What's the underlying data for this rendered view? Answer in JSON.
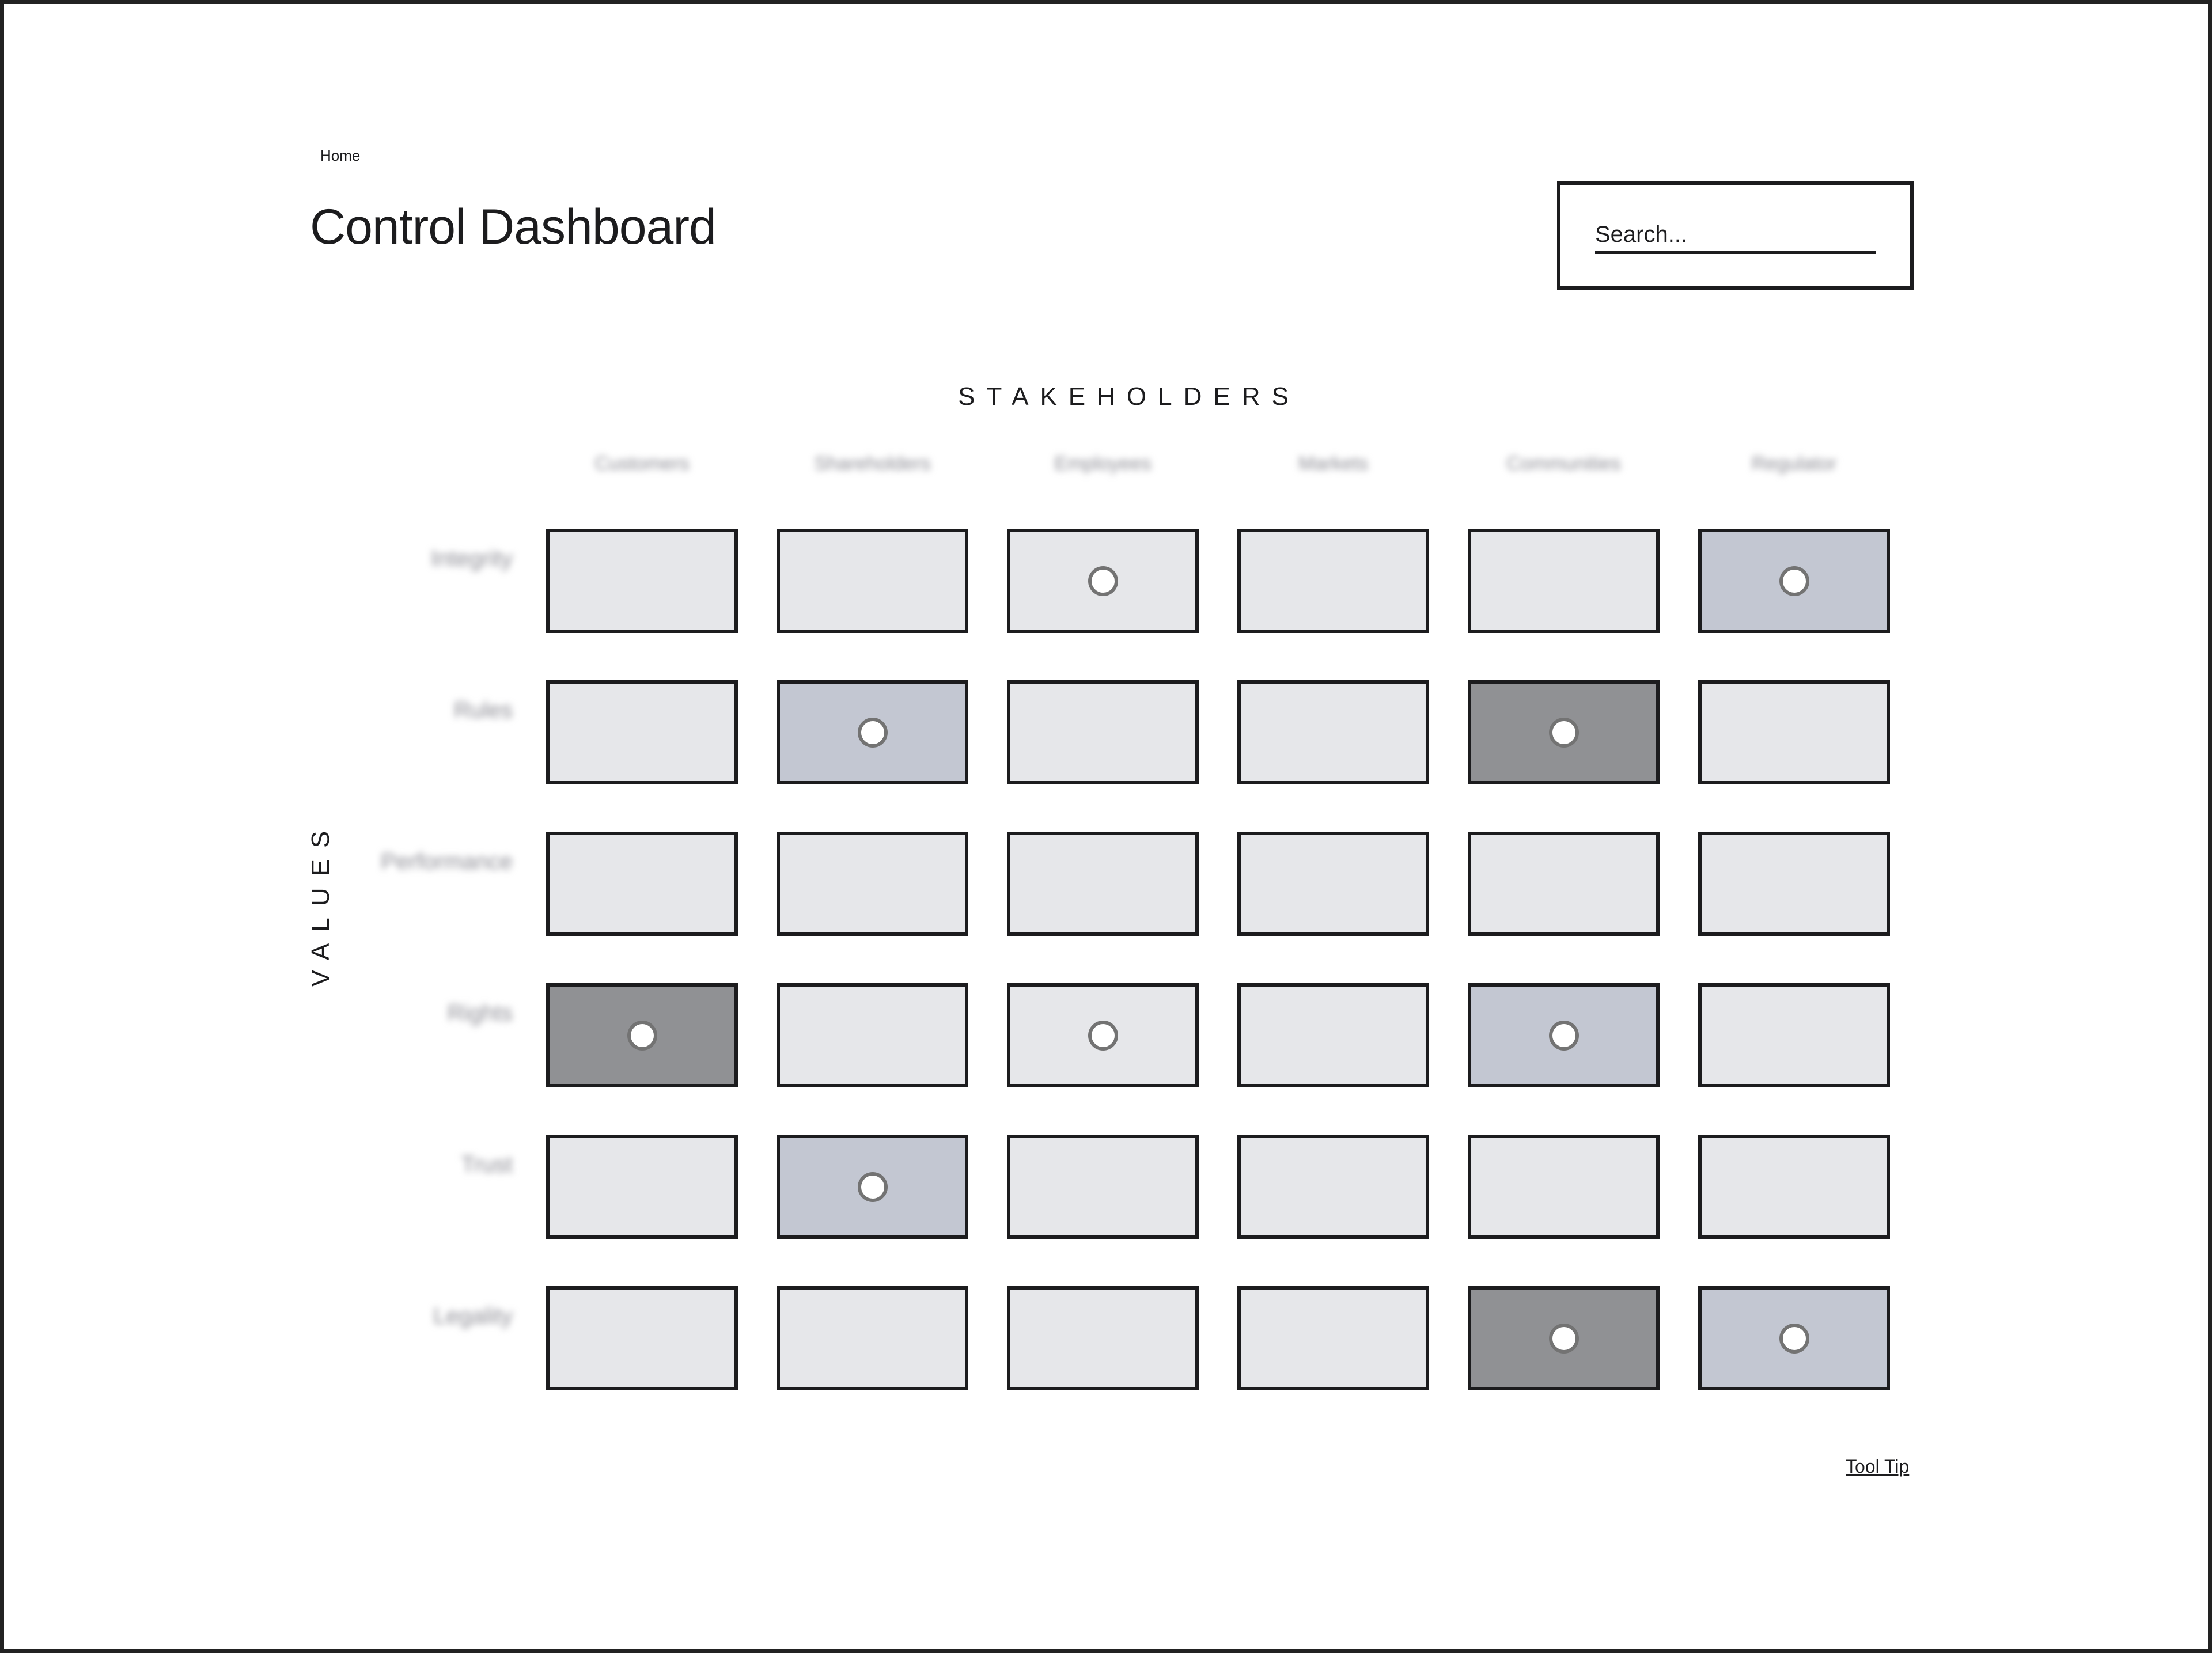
{
  "breadcrumb": {
    "home": "Home"
  },
  "page": {
    "title": "Control Dashboard"
  },
  "search": {
    "placeholder": "Search..."
  },
  "matrix": {
    "column_axis_title": "STAKEHOLDERS",
    "row_axis_title": "VALUES",
    "columns": [
      "Customers",
      "Shareholders",
      "Employees",
      "Markets",
      "Communities",
      "Regulator"
    ],
    "rows": [
      "Integrity",
      "Rules",
      "Performance",
      "Rights",
      "Trust",
      "Legality"
    ],
    "cells": [
      [
        {
          "level": "none",
          "marker": false
        },
        {
          "level": "none",
          "marker": false
        },
        {
          "level": "none",
          "marker": true
        },
        {
          "level": "none",
          "marker": false
        },
        {
          "level": "none",
          "marker": false
        },
        {
          "level": "medium",
          "marker": true
        }
      ],
      [
        {
          "level": "none",
          "marker": false
        },
        {
          "level": "medium",
          "marker": true
        },
        {
          "level": "none",
          "marker": false
        },
        {
          "level": "none",
          "marker": false
        },
        {
          "level": "high",
          "marker": true
        },
        {
          "level": "none",
          "marker": false
        }
      ],
      [
        {
          "level": "none",
          "marker": false
        },
        {
          "level": "none",
          "marker": false
        },
        {
          "level": "none",
          "marker": false
        },
        {
          "level": "none",
          "marker": false
        },
        {
          "level": "none",
          "marker": false
        },
        {
          "level": "none",
          "marker": false
        }
      ],
      [
        {
          "level": "high",
          "marker": true
        },
        {
          "level": "none",
          "marker": false
        },
        {
          "level": "none",
          "marker": true
        },
        {
          "level": "none",
          "marker": false
        },
        {
          "level": "medium",
          "marker": true
        },
        {
          "level": "none",
          "marker": false
        }
      ],
      [
        {
          "level": "none",
          "marker": false
        },
        {
          "level": "medium",
          "marker": true
        },
        {
          "level": "none",
          "marker": false
        },
        {
          "level": "none",
          "marker": false
        },
        {
          "level": "none",
          "marker": false
        },
        {
          "level": "none",
          "marker": false
        }
      ],
      [
        {
          "level": "none",
          "marker": false
        },
        {
          "level": "none",
          "marker": false
        },
        {
          "level": "none",
          "marker": false
        },
        {
          "level": "none",
          "marker": false
        },
        {
          "level": "high",
          "marker": true
        },
        {
          "level": "medium",
          "marker": true
        }
      ]
    ]
  },
  "footer": {
    "tooltip_label": "Tool Tip"
  },
  "colors": {
    "cell_empty": "#e6e7ea",
    "cell_medium": "#c3c7d2",
    "cell_high": "#909194",
    "border": "#1c1c1e",
    "marker_ring": "#737373"
  }
}
